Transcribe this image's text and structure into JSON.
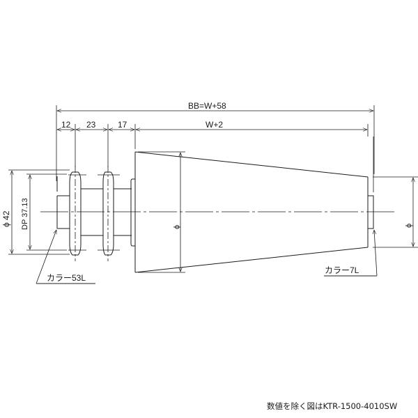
{
  "drawing": {
    "title": "Tapered roller with double sprocket (technical drawing)",
    "dimensions": {
      "overall": "BB=W+58",
      "seg1": "12",
      "seg2": "23",
      "seg3": "17",
      "taper_length": "W+2",
      "sprocket_outer": "ϕ 42",
      "sprocket_pitch": "DP 37.13",
      "taper_large_dia": "ϕ",
      "taper_small_dia": "ϕ"
    },
    "labels": {
      "collar_left": "カラー53L",
      "collar_right": "カラー7L"
    },
    "caption": "数値を除く図はKTR-1500-4010SW",
    "colors": {
      "line": "#1a1a1a",
      "leader_bar": "#6a6a6a",
      "background": "#ffffff"
    }
  }
}
